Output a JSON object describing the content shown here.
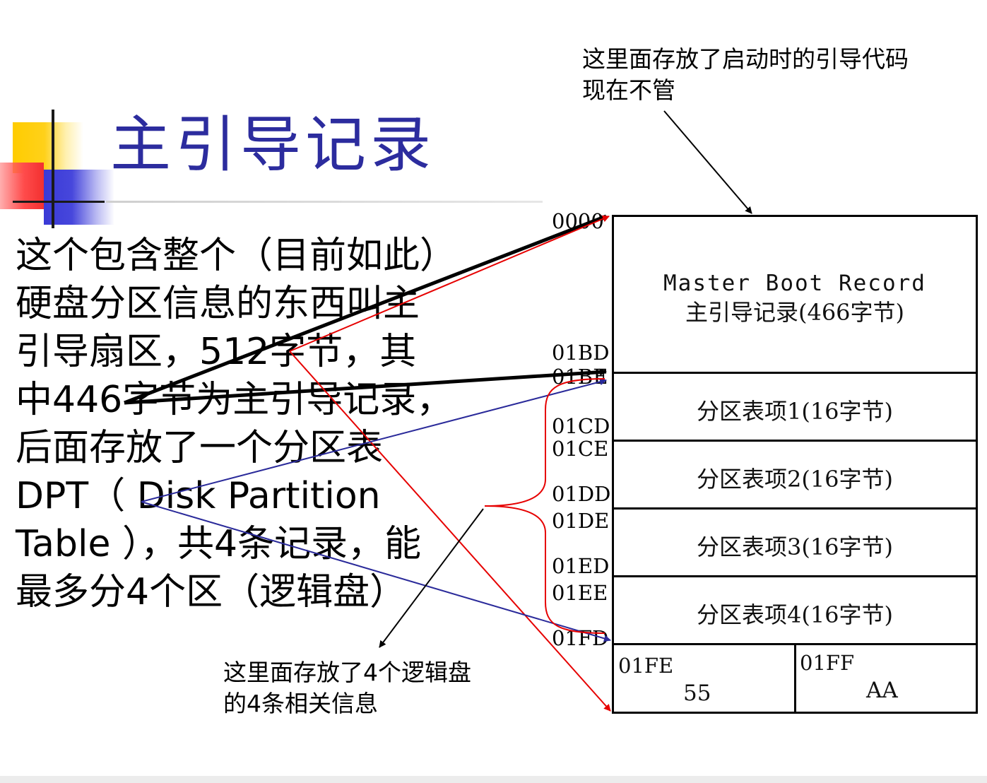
{
  "title": "主引导记录",
  "body_lines": [
    "这个包含整个（目前如此）",
    "硬盘分区信息的东西叫主",
    "引导扇区，512字节，其",
    "中446字节为主引导记录，",
    "后面存放了一个分区表",
    "DPT（ Disk Partition",
    "Table ），共4条记录，能",
    "最多分4个区（逻辑盘）"
  ],
  "note_top": [
    "这里面存放了启动时的引导代码",
    "现在不管"
  ],
  "note_bottom": [
    "这里面存放了4个逻辑盘",
    "的4条相关信息"
  ],
  "offsets": [
    "0000",
    "01BD",
    "01BE",
    "01CD",
    "01CE",
    "01DD",
    "01DE",
    "01ED",
    "01EE",
    "01FD"
  ],
  "mbr_table": {
    "boot_record": {
      "line1": "Master Boot Record",
      "line2": "主引导记录(466字节)"
    },
    "partition_entries": [
      "分区表项1(16字节)",
      "分区表项2(16字节)",
      "分区表项3(16字节)",
      "分区表项4(16字节)"
    ],
    "signature": [
      {
        "offset": "01FE",
        "value": "55"
      },
      {
        "offset": "01FF",
        "value": "AA"
      }
    ]
  },
  "colors": {
    "title": "#2c2c9e",
    "arrow_black": "#000000",
    "arrow_red": "#e60000",
    "arrow_blue": "#2a2a9a",
    "brace_red": "#e60000"
  }
}
